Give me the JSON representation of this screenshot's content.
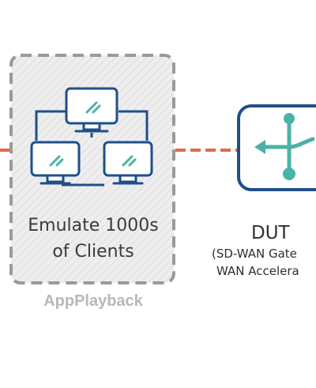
{
  "emulator": {
    "line1": "Emulate 1000s",
    "line2": "of Clients",
    "caption": "AppPlayback"
  },
  "dut": {
    "label": "DUT",
    "sub1": "(SD-WAN Gate",
    "sub2": "WAN Accelera"
  },
  "icons": [
    "monitor-icon",
    "monitor-icon",
    "monitor-icon",
    "router-icon"
  ],
  "colors": {
    "link": "#e06a4a",
    "icon_blue": "#1f4f8a",
    "icon_teal": "#4ab3a6",
    "dashed_border": "#9a9a9a",
    "panel_fill": "#eeeeee"
  }
}
